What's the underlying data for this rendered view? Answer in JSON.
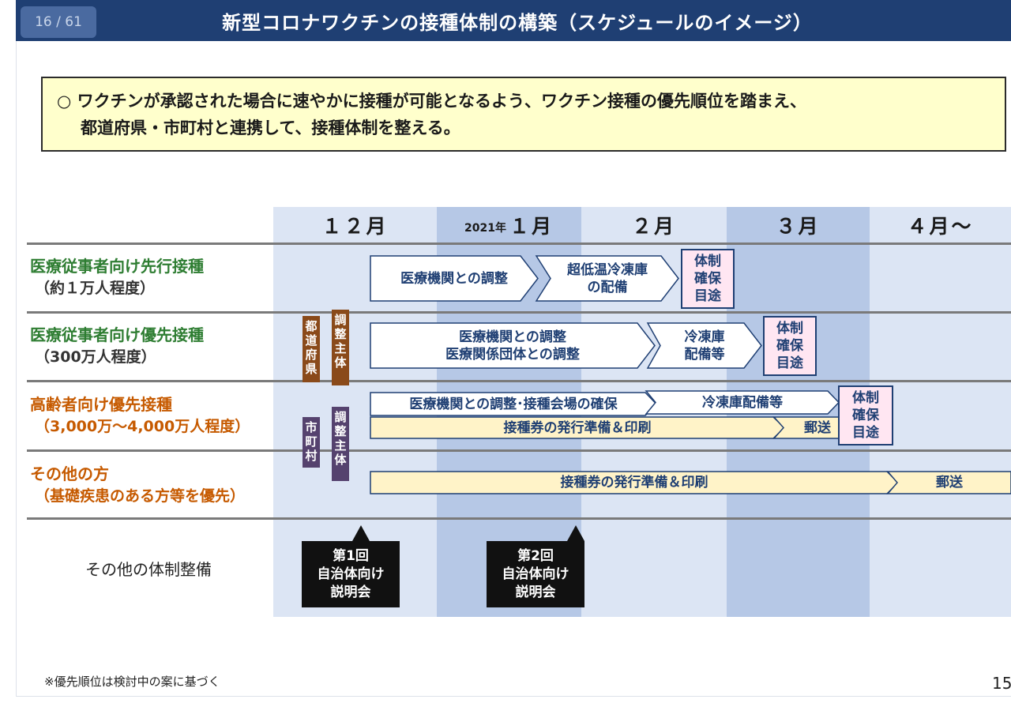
{
  "header": {
    "page_indicator": "16 / 61",
    "title": "新型コロナワクチンの接種体制の構築（スケジュールのイメージ）"
  },
  "note": {
    "line1": "○ ワクチンが承認された場合に速やかに接種が可能となるよう、ワクチン接種の優先順位を踏まえ、",
    "line2": "都道府県・市町村と連携して、接種体制を整える。"
  },
  "months": [
    {
      "year": "",
      "label": "１２月"
    },
    {
      "year": "2021年",
      "label": "１月"
    },
    {
      "year": "",
      "label": "２月"
    },
    {
      "year": "",
      "label": "３月"
    },
    {
      "year": "",
      "label": "４月～"
    }
  ],
  "rows": [
    {
      "main": "医療従事者向け先行接種",
      "sub": "（約１万人程度）"
    },
    {
      "main": "医療従事者向け優先接種",
      "sub": "（300万人程度）"
    },
    {
      "main": "高齢者向け優先接種",
      "sub": "（3,000万～4,000万人程度）"
    },
    {
      "main": "その他の方",
      "sub": "（基礎疾患のある方等を優先）"
    }
  ],
  "other_infrastructure": "その他の体制整備",
  "tags": {
    "prefecture": [
      "都",
      "道",
      "府",
      "県"
    ],
    "prefecture_role": [
      "調",
      "整",
      "主",
      "体"
    ],
    "municipality": [
      "市",
      "町",
      "村"
    ],
    "municipality_role": [
      "調",
      "整",
      "主",
      "体"
    ]
  },
  "tasks": {
    "r1_a": "医療機関との調整",
    "r1_b_1": "超低温冷凍庫",
    "r1_b_2": "の配備",
    "r2_a_1": "医療機関との調整",
    "r2_a_2": "医療関係団体との調整",
    "r2_b_1": "冷凍庫",
    "r2_b_2": "配備等",
    "r3_a": "医療機関との調整･接種会場の確保",
    "r3_b": "冷凍庫配備等",
    "r3_c": "接種券の発行準備＆印刷",
    "r3_d": "郵送",
    "r4_a": "接種券の発行準備＆印刷",
    "r4_b": "郵送"
  },
  "target_label": [
    "体制",
    "確保",
    "目途"
  ],
  "notices": [
    {
      "l1": "第1回",
      "l2": "自治体向け",
      "l3": "説明会"
    },
    {
      "l1": "第2回",
      "l2": "自治体向け",
      "l3": "説明会"
    }
  ],
  "footnote": "※優先順位は検討中の案に基づく",
  "page_number": "15",
  "colors": {
    "header_bg": "#1f3f73",
    "arrow_white": "#ffffff",
    "arrow_yellow": "#fff3c8",
    "target_bg": "#ffe6f2",
    "column_light": "#dce5f4",
    "column_dark": "#b6c8e6"
  }
}
